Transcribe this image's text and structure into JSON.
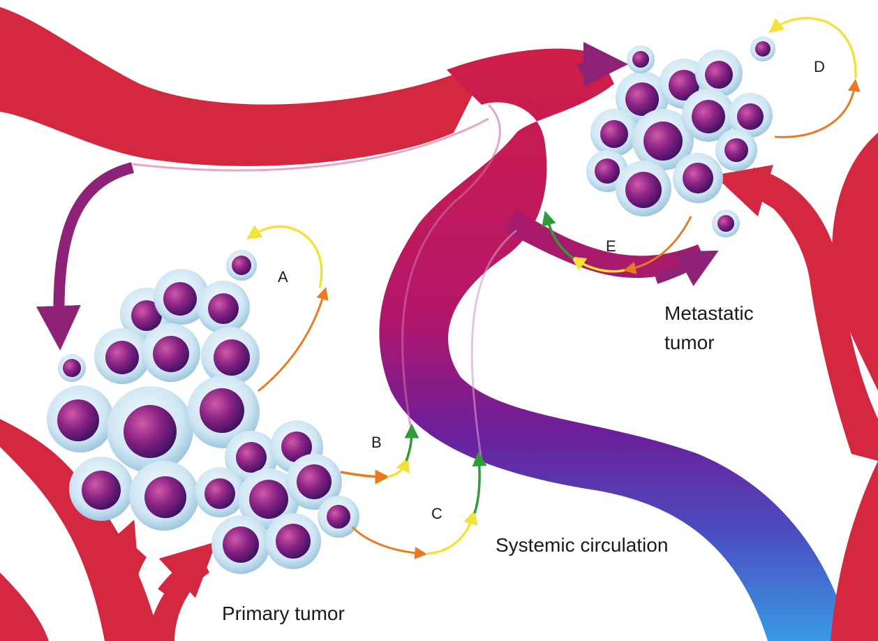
{
  "labels": {
    "a": "A",
    "b": "B",
    "c": "C",
    "d": "D",
    "e": "E",
    "primary_tumor": "Primary tumor",
    "systemic_circulation": "Systemic circulation",
    "metastatic_tumor_line1": "Metastatic",
    "metastatic_tumor_line2": "tumor"
  },
  "colors": {
    "artery_red": "#d42740",
    "vessel_magenta": "#b4166a",
    "vessel_purple": "#6a1f9a",
    "vessel_blue": "#3a8ee0",
    "cell_membrane": "#cfe6f3",
    "nucleus_purple": "#7a1f78",
    "arrow_orange": "#ea7a20",
    "arrow_yellow": "#f2e23a",
    "arrow_green": "#2f9b3a",
    "flow_arrow_purple": "#8d2277"
  }
}
